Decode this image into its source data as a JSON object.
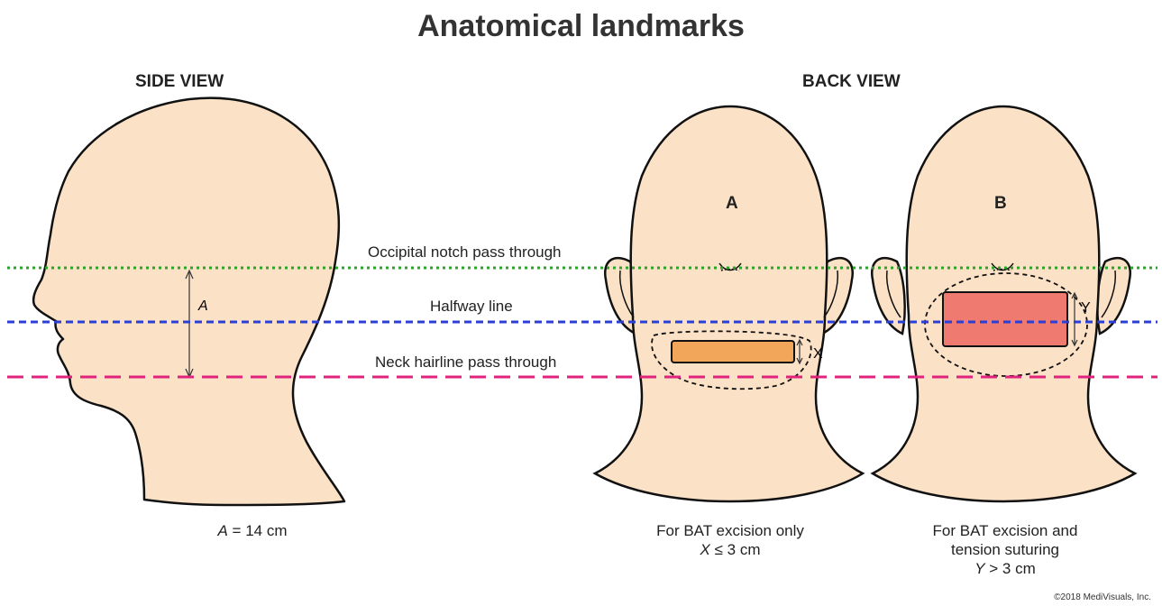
{
  "title": "Anatomical landmarks",
  "views": {
    "side": "SIDE VIEW",
    "back": "BACK VIEW"
  },
  "lines": {
    "occipital": {
      "label": "Occipital notch pass through",
      "color": "#2aa52a"
    },
    "halfway": {
      "label": "Halfway line",
      "color": "#2b3fd6"
    },
    "hairline": {
      "label": "Neck hairline pass through",
      "color": "#e0237c"
    }
  },
  "side": {
    "dimension_symbol": "A",
    "caption_symbol": "A",
    "caption_value": " = 14 cm"
  },
  "panel_a": {
    "letter": "A",
    "dimension_symbol": "X",
    "caption_line1": "For BAT excision only",
    "caption_symbol": "X",
    "caption_value": " ≤ 3 cm",
    "excision_color": "#f2a65a"
  },
  "panel_b": {
    "letter": "B",
    "dimension_symbol": "Y",
    "caption_line1": "For BAT excision and",
    "caption_line2": "tension suturing",
    "caption_symbol": "Y",
    "caption_value": " > 3 cm",
    "excision_color": "#ef7b70"
  },
  "copyright": "©2018 MediVisuals, Inc.",
  "colors": {
    "skin": "#fbe1c6",
    "outline": "#111111"
  }
}
